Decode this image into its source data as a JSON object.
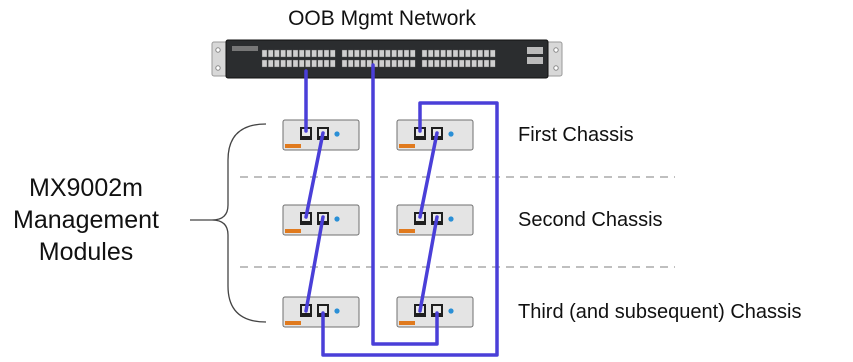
{
  "network_title": "OOB Mgmt Network",
  "module_label_lines": [
    "MX9002m",
    "Management",
    "Modules"
  ],
  "chassis_labels": [
    "First Chassis",
    "Second Chassis",
    "Third (and subsequent) Chassis"
  ],
  "colors": {
    "cable": "#4a3fd8",
    "switch_body": "#2b2d2f",
    "module_accent": "#e07a1e",
    "status_led": "#2a8fd6",
    "divider": "#999999"
  }
}
